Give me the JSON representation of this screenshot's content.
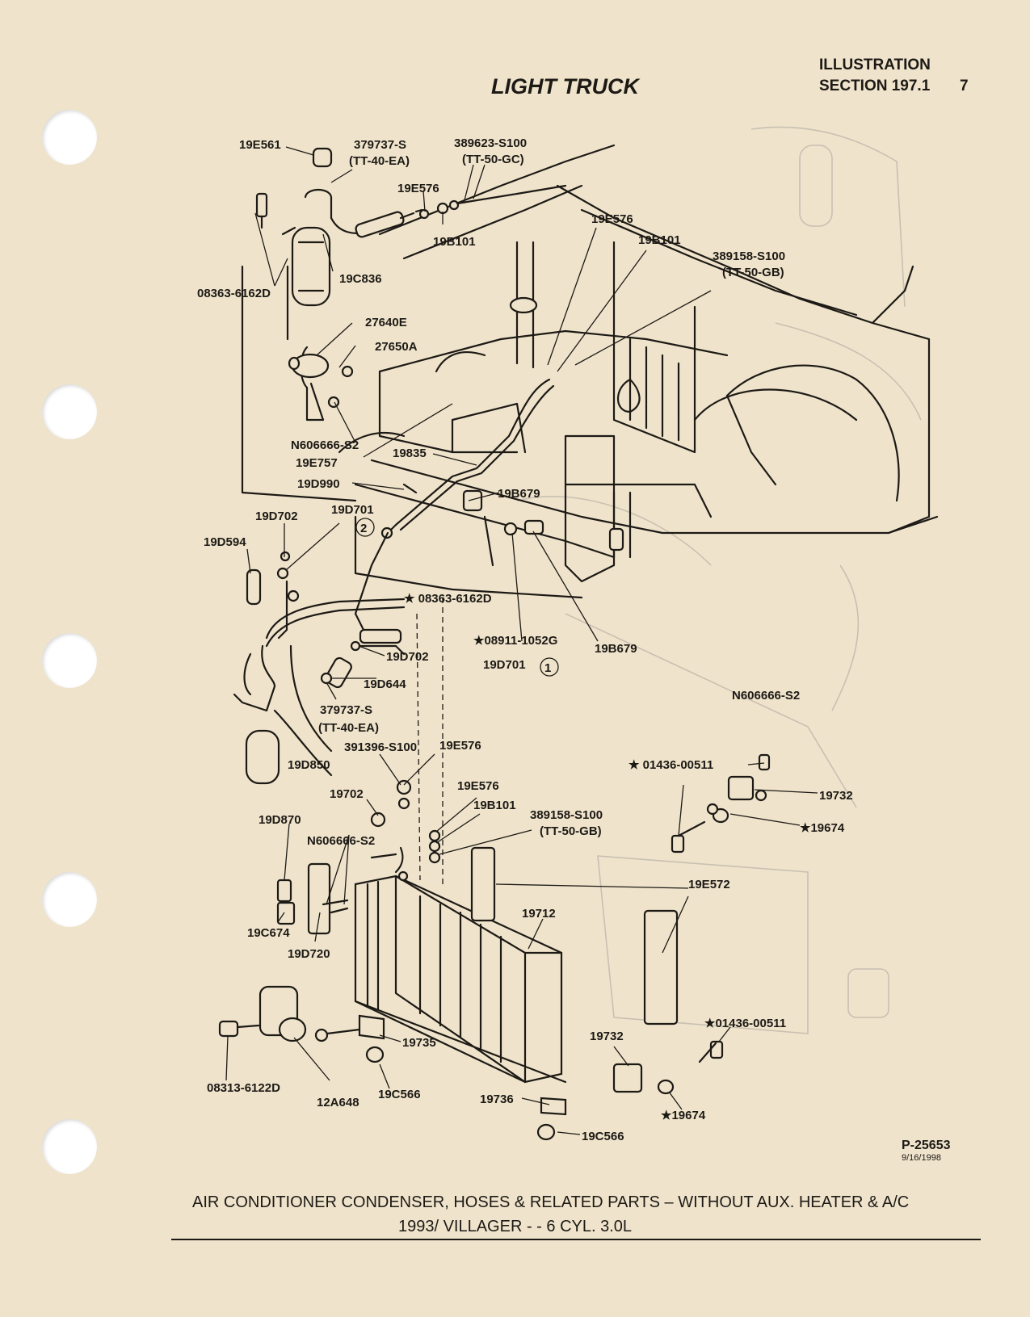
{
  "header": {
    "title": "LIGHT TRUCK",
    "illustration": "ILLUSTRATION",
    "section": "SECTION 197.1",
    "page_number": "7"
  },
  "figure": {
    "reference": "P-25653",
    "date": "9/16/1998"
  },
  "caption": {
    "line1": "AIR CONDITIONER CONDENSER, HOSES & RELATED PARTS – WITHOUT AUX. HEATER & A/C",
    "line2": "1993/ VILLAGER - - 6 CYL. 3.0L"
  },
  "callouts": [
    "19E561",
    "379737-S",
    "(TT-40-EA)",
    "389623-S100",
    "(TT-50-GC)",
    "19E576",
    "19B101",
    "19C836",
    "08363-6162D",
    "19E576",
    "19B101",
    "389158-S100",
    "(TT-50-GB)",
    "27640E",
    "27650A",
    "N606666-S2",
    "19E757",
    "19835",
    "19D990",
    "19B679",
    "19D702",
    "19D701",
    "19D594",
    "★ 08363-6162D",
    "★08911-1052G",
    "19B679",
    "19D702",
    "19D701",
    "19D644",
    "379737-S",
    "(TT-40-EA)",
    "391396-S100",
    "19E576",
    "19D850",
    "19702",
    "19E576",
    "19B101",
    "389158-S100",
    "(TT-50-GB)",
    "19D870",
    "N606666-S2",
    "19E572",
    "19C674",
    "19712",
    "19D720",
    "N606666-S2",
    "★ 01436-00511",
    "19732",
    "★19674",
    "19735",
    "08313-6122D",
    "12A648",
    "19C566",
    "19732",
    "★01436-00511",
    "19736",
    "★19674",
    "19C566"
  ],
  "circled_marks": [
    "2",
    "1"
  ]
}
